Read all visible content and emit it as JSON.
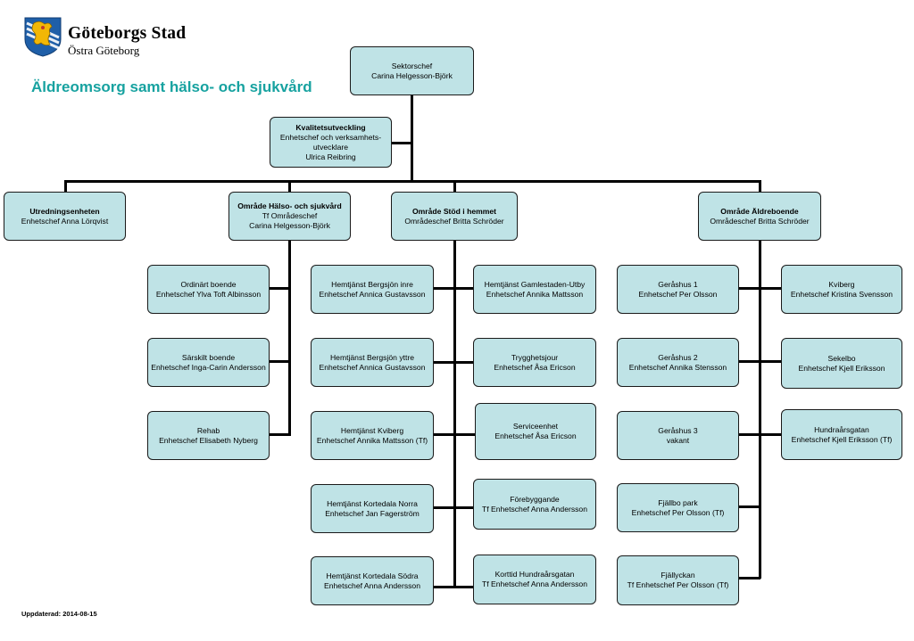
{
  "header": {
    "logo_name": "Göteborgs Stad",
    "logo_sub": "Östra Göteborg",
    "title": "Äldreomsorg samt hälso- och sjukvård"
  },
  "footer": {
    "updated": "Uppdaterad: 2014-08-15"
  },
  "org": {
    "root": {
      "lines": [
        "Sektorschef",
        "Carina Helgesson-Björk"
      ]
    },
    "kvalitet": {
      "title": "Kvalitetsutveckling",
      "lines": [
        "Enhetschef och verksamhets-",
        "utvecklare",
        "Ulrica Reibring"
      ]
    },
    "utredning": {
      "title": "Utredningsenheten",
      "lines": [
        "Enhetschef Anna Lörqvist"
      ]
    },
    "halso": {
      "title": "Område Hälso- och sjukvård",
      "lines": [
        "Tf Områdeschef",
        "Carina Helgesson-Björk"
      ]
    },
    "stod": {
      "title": "Område Stöd i hemmet",
      "lines": [
        "Områdeschef Britta Schröder"
      ]
    },
    "aldre": {
      "title": "Område Äldreboende",
      "lines": [
        "Områdeschef Britta Schröder"
      ]
    },
    "halso_units": [
      {
        "lines": [
          "Ordinärt boende",
          "Enhetschef Ylva Toft Albinsson"
        ]
      },
      {
        "lines": [
          "Särskilt boende",
          "Enhetschef Inga-Carin Andersson"
        ]
      },
      {
        "lines": [
          "Rehab",
          "Enhetschef Elisabeth Nyberg"
        ]
      }
    ],
    "stod_left": [
      {
        "lines": [
          "Hemtjänst Bergsjön inre",
          "Enhetschef Annica Gustavsson"
        ]
      },
      {
        "lines": [
          "Hemtjänst Bergsjön yttre",
          "Enhetschef  Annica Gustavsson"
        ]
      },
      {
        "lines": [
          "Hemtjänst Kviberg",
          "Enhetschef Annika Mattsson (Tf)"
        ]
      },
      {
        "lines": [
          "Hemtjänst Kortedala Norra",
          "Enhetschef Jan Fagerström"
        ]
      },
      {
        "lines": [
          "Hemtjänst Kortedala Södra",
          "Enhetschef Anna Andersson"
        ]
      }
    ],
    "stod_right": [
      {
        "lines": [
          "Hemtjänst Gamlestaden-Utby",
          "Enhetschef Annika Mattsson"
        ]
      },
      {
        "lines": [
          "Trygghetsjour",
          "Enhetschef Åsa Ericson"
        ]
      },
      {
        "lines": [
          "Serviceenhet",
          "Enhetschef Åsa Ericson"
        ]
      },
      {
        "lines": [
          "Förebyggande",
          "Tf  Enhetschef Anna Andersson"
        ]
      },
      {
        "lines": [
          "Korttid Hundraårsgatan",
          "Tf  Enhetschef Anna Andersson"
        ]
      }
    ],
    "aldre_left": [
      {
        "lines": [
          "Geråshus 1",
          "Enhetschef Per Olsson"
        ]
      },
      {
        "lines": [
          "Geråshus 2",
          "Enhetschef Annika Stensson"
        ]
      },
      {
        "lines": [
          "Geråshus 3",
          "vakant"
        ]
      },
      {
        "lines": [
          "Fjällbo park",
          "Enhetschef  Per Olsson (Tf)"
        ]
      },
      {
        "lines": [
          "Fjällyckan",
          "Tf Enhetschef  Per Olsson (Tf)"
        ]
      }
    ],
    "aldre_right": [
      {
        "lines": [
          "Kviberg",
          "Enhetschef Kristina Svensson"
        ]
      },
      {
        "lines": [
          "Sekelbo",
          "Enhetschef Kjell Eriksson"
        ]
      },
      {
        "lines": [
          "Hundraårsgatan",
          "Enhetschef Kjell Eriksson (Tf)"
        ]
      }
    ]
  }
}
